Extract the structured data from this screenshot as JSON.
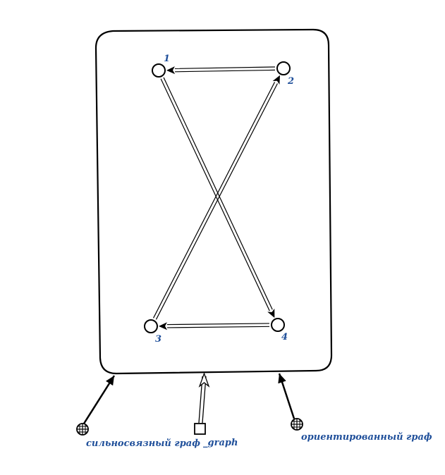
{
  "diagram": {
    "nodes": [
      {
        "id": "1",
        "label": "1"
      },
      {
        "id": "2",
        "label": "2"
      },
      {
        "id": "3",
        "label": "3"
      },
      {
        "id": "4",
        "label": "4"
      }
    ],
    "edges": [
      {
        "from": "2",
        "to": "1"
      },
      {
        "from": "1",
        "to": "4"
      },
      {
        "from": "4",
        "to": "3"
      },
      {
        "from": "3",
        "to": "2"
      }
    ],
    "annotations": {
      "strongly_connected": "сильносвязный граф",
      "graph_type": "_graph",
      "directed": "ориентированный граф"
    },
    "colors": {
      "label": "#1f4f9a",
      "stroke": "#000000"
    }
  }
}
